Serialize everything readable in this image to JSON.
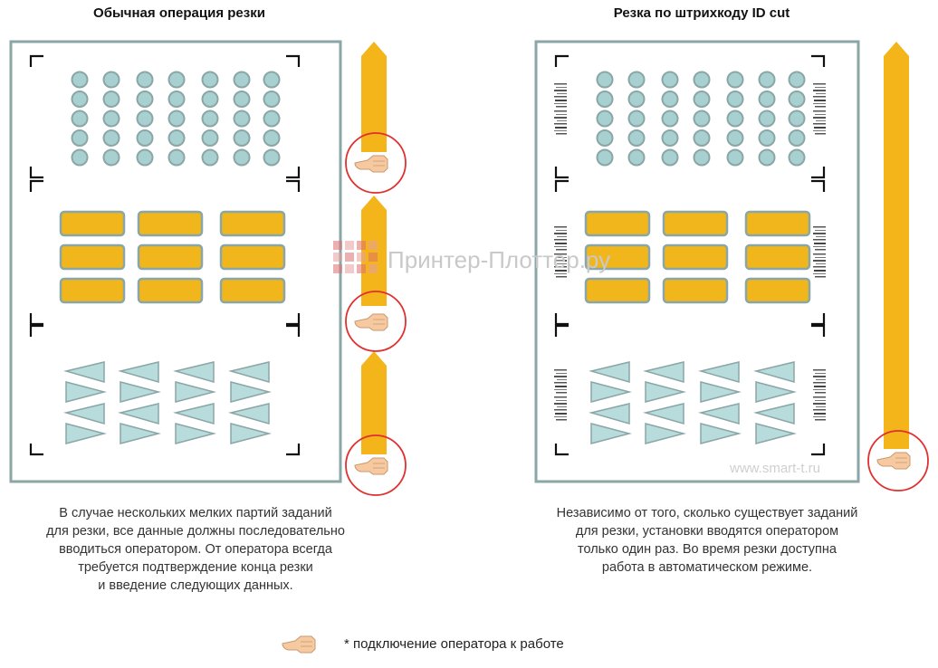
{
  "left": {
    "title": "Обычная операция резки",
    "caption": "В случае нескольких мелких партий заданий\nдля резки, все данные должны последовательно\nвводиться оператором. От оператора всегда\nтребуется подтверждение конца резки\nи введение следующих данных."
  },
  "right": {
    "title": "Резка по штрихкоду ID cut",
    "caption": "Независимо от того, сколько существует заданий\nдля резки, установки вводятся оператором\nтолько один раз. Во время резки доступна\nработа в автоматическом режиме."
  },
  "legend": {
    "text": "* подключение оператора к работе"
  },
  "watermarks": {
    "center": "Принтер-Плоттер.ру",
    "corner": "www.smart-t.ru"
  },
  "colors": {
    "sheet_border": "#8aa6a6",
    "circle_fill": "#a8d0d0",
    "rect_fill": "#f0b61c",
    "triangle_fill": "#b8dcdc",
    "arrow_fill": "#f3b51a",
    "highlight_ring": "#e03030",
    "hand_fill": "#f6c9a0",
    "mark_color": "#111111"
  },
  "icons": {
    "hand": "pointing-hand-icon",
    "crop_mark": "crop-mark-icon",
    "barcode": "barcode-icon",
    "arrow": "feed-arrow-icon"
  }
}
